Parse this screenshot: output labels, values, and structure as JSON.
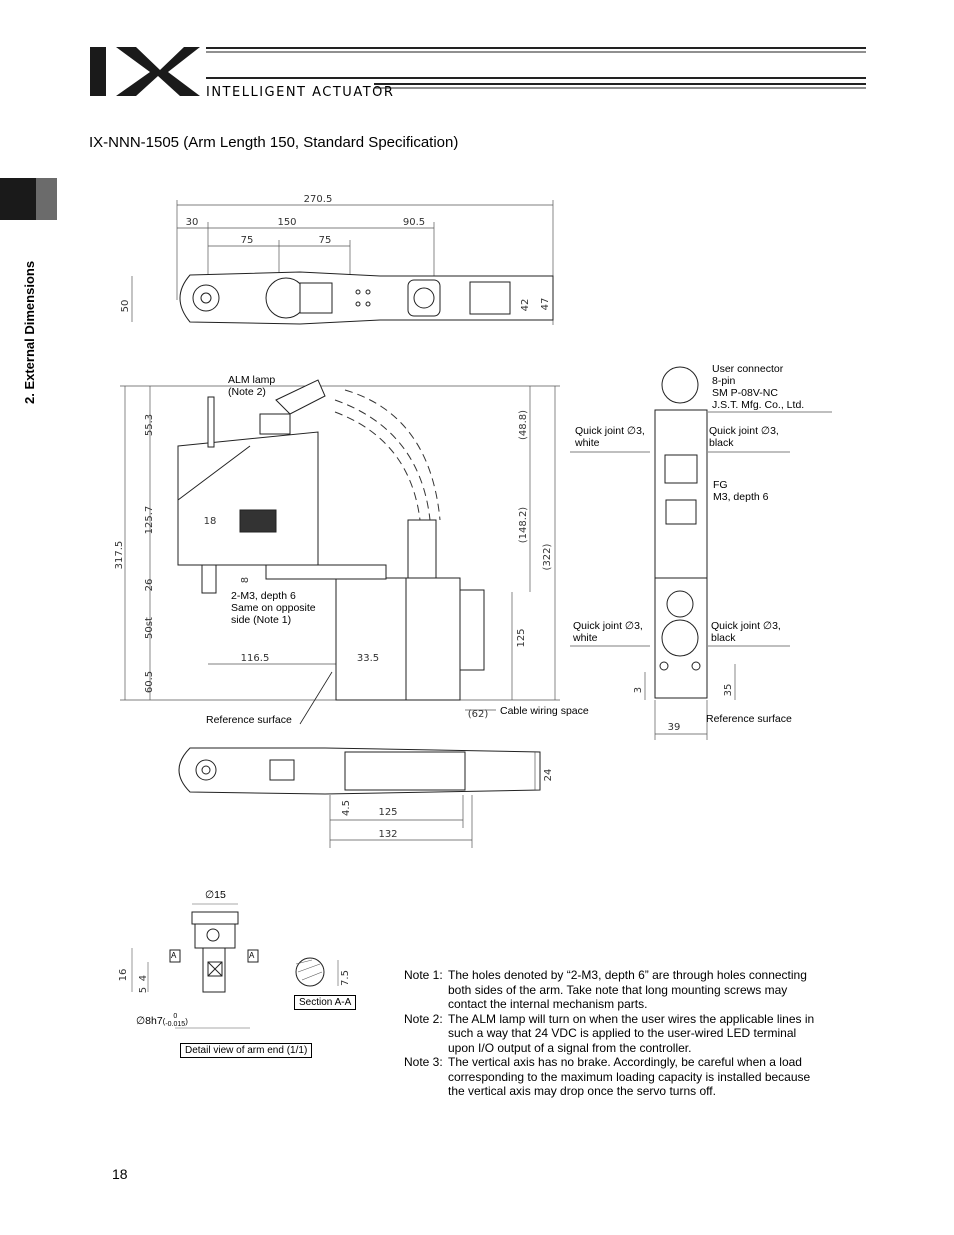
{
  "header": {
    "logo": "IX",
    "brand": "INTELLIGENT ACTUATOR"
  },
  "page_title": "IX-NNN-1505 (Arm Length 150, Standard Specification)",
  "side_tab": "2. External Dimensions",
  "page_number": "18",
  "dimensions": {
    "top": [
      "270.5",
      "30",
      "150",
      "90.5",
      "75",
      "75",
      "50",
      "42",
      "47"
    ],
    "side": [
      "55.3",
      "125.7",
      "317.5",
      "26",
      "50st",
      "60.5",
      "18",
      "8",
      "116.5",
      "33.5",
      "(48.8)",
      "(148.2)",
      "(322)",
      "125",
      "(62)"
    ],
    "right": [
      "3",
      "35",
      "39"
    ],
    "bottom": [
      "24",
      "4.5",
      "125",
      "132"
    ],
    "detail": [
      "16",
      "5",
      "4",
      "7.5"
    ]
  },
  "labels": {
    "alm_lamp": "ALM lamp\n(Note 2)",
    "mount_holes": "2-M3, depth 6\nSame on opposite\nside (Note 1)",
    "reference_surface_left": "Reference surface",
    "cable_wiring_space": "Cable wiring space",
    "user_connector": "User connector\n8-pin\nSM P-08V-NC\nJ.S.T. Mfg. Co., Ltd.",
    "quick_joint_white_top": "Quick joint ∅3,\nwhite",
    "quick_joint_black_top": "Quick joint ∅3,\nblack",
    "fg": "FG\nM3, depth 6",
    "quick_joint_white_bottom": "Quick joint ∅3,\nwhite",
    "quick_joint_black_bottom": "Quick joint ∅3,\nblack",
    "reference_surface_right": "Reference surface",
    "phi15": "∅15",
    "shaft": "∅8h7",
    "tol_upper": "0",
    "tol_lower": "-0.015",
    "section": "Section A-A",
    "detail_view": "Detail view of arm end (1/1)",
    "section_mark": "A"
  },
  "notes": [
    {
      "key": "Note 1:",
      "text": "The holes denoted by “2-M3, depth 6” are through holes connecting both sides of the arm. Take note that long mounting screws may contact the internal mechanism parts."
    },
    {
      "key": "Note 2:",
      "text": "The ALM lamp will turn on when the user wires the applicable lines in such a way that 24 VDC is applied to the user-wired LED terminal upon I/O output of a signal from the controller."
    },
    {
      "key": "Note 3:",
      "text": "The vertical axis has no brake. Accordingly, be careful when a load corresponding to the maximum loading capacity is installed because the vertical axis may drop once the servo turns off."
    }
  ]
}
